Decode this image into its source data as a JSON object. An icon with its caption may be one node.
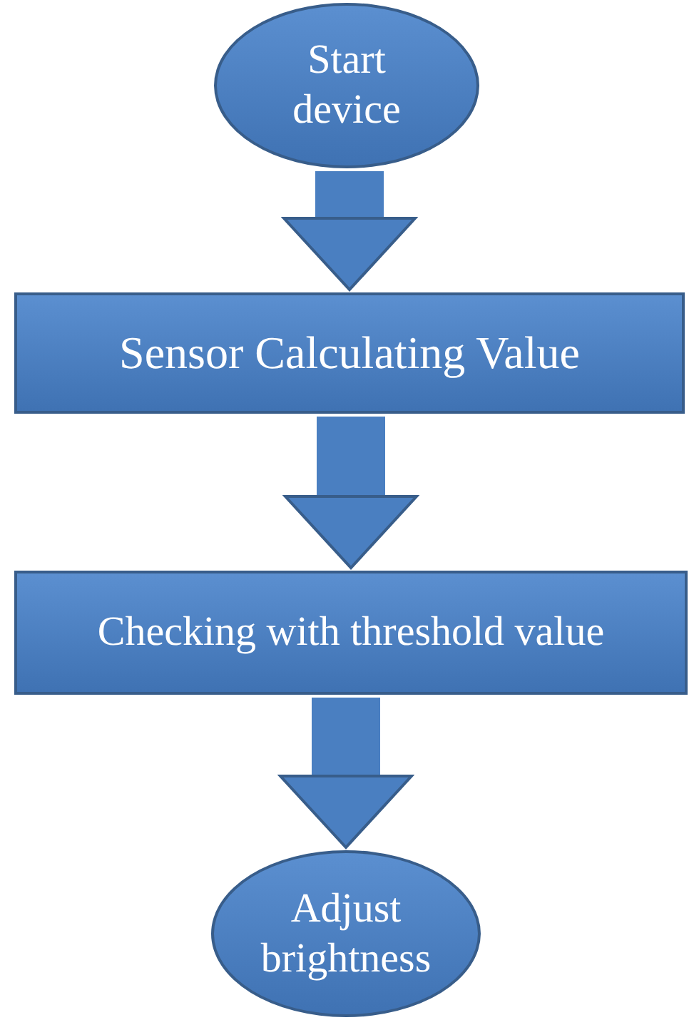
{
  "diagram": {
    "nodes": [
      {
        "text": [
          "Start device"
        ]
      },
      {
        "text": [
          "Sensor Calculating Value"
        ]
      },
      {
        "text": [
          "Checking with threshold value"
        ]
      },
      {
        "text": [
          "Adjust brightness"
        ]
      }
    ],
    "edges": [
      {
        "from": 0,
        "to": 1,
        "arrow": "to"
      },
      {
        "from": 1,
        "to": 2,
        "arrow": "to"
      },
      {
        "from": 2,
        "to": 3,
        "arrow": "to"
      }
    ]
  }
}
